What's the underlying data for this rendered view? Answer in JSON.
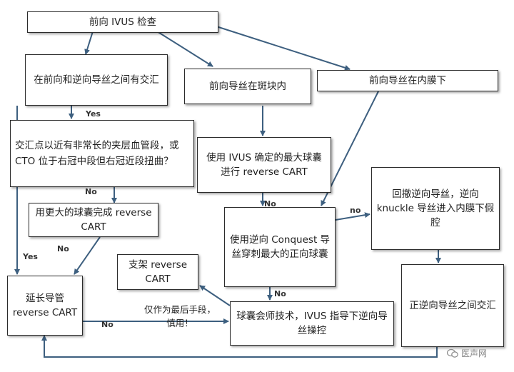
{
  "nodes": {
    "start": "前向 IVUS 检查",
    "junction": "在前向和逆向导丝之间有交汇",
    "in_plaque": "前向导丝在斑块内",
    "subintimal": "前向导丝在内膜下",
    "dissection_question": "交汇点以近有非常长的夹层血管段，或 CTO 位于右冠中段但右冠近段扭曲？",
    "ivus_balloon": "使用 IVUS 确定的最大球囊进行 reverse CART",
    "retract_knuckle": "回撤逆向导丝，逆向 knuckle 导丝进入内膜下假腔",
    "larger_balloon": "用更大的球囊完成 reverse CART",
    "conquest": "使用逆向 Conquest 导丝穿刺最大的正向球囊",
    "stent": "支架 reverse CART",
    "extend_guide": "延长导管 reverse CART",
    "converge": "正逆向导丝之间交汇",
    "balloon_tech": "球囊会师技术，IVUS 指导下逆向导丝操控"
  },
  "edge_labels": {
    "yes_1": "Yes",
    "no_1": "No",
    "no_2": "No",
    "yes_2": "Yes",
    "no_3": "No",
    "no_4": "no",
    "no_5": "No",
    "no_6": "No"
  },
  "note": "仅作为最后手段，慎用！",
  "watermark": "医声网",
  "colors": {
    "arrow": "#3d5f7f",
    "box_border": "#2b2b2b"
  }
}
